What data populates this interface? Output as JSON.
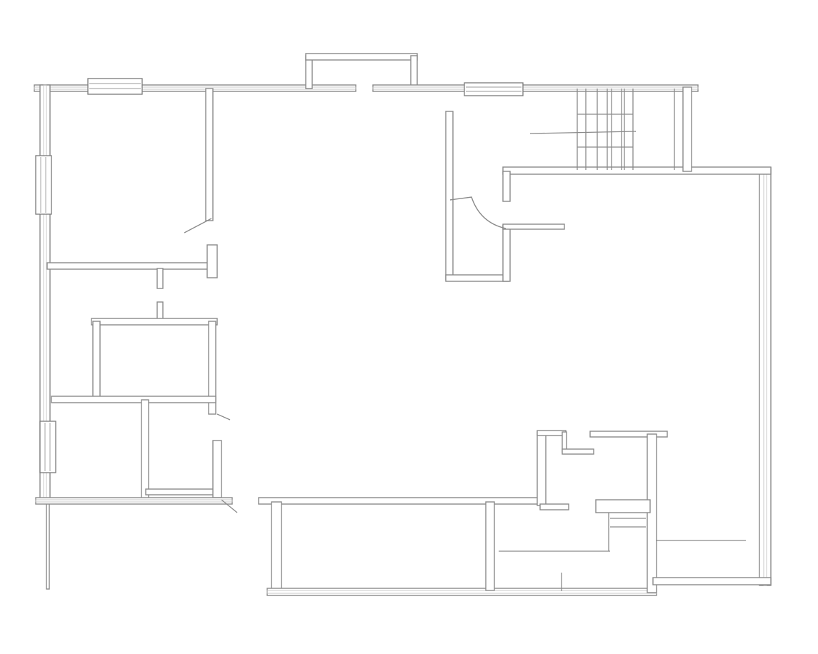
{
  "colors": {
    "background": "#ffffff",
    "wall_stroke": "#8a8a8a",
    "wall_fill": "#ffffff"
  },
  "icons": [
    "wall",
    "window",
    "door-swing",
    "staircase"
  ]
}
